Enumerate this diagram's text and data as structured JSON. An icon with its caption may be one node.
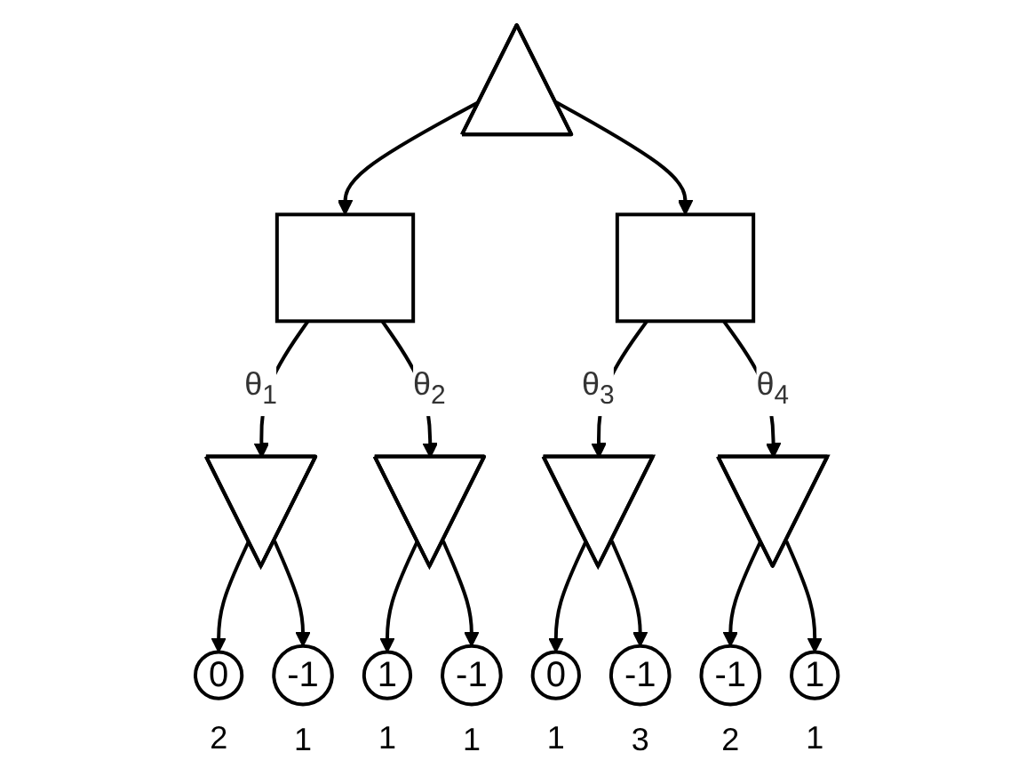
{
  "diagram": {
    "nodes": [
      {
        "text": [],
        "shape": "triangle"
      },
      {
        "text": [],
        "shape": "box"
      },
      {
        "text": [],
        "shape": "box"
      },
      {
        "text": [],
        "shape": "triangle"
      },
      {
        "text": [],
        "shape": "triangle"
      },
      {
        "text": [],
        "shape": "triangle"
      },
      {
        "text": [],
        "shape": "triangle"
      },
      {
        "text": [
          "0"
        ],
        "beside": [
          "2"
        ]
      },
      {
        "text": [
          "-1"
        ],
        "beside": [
          "1"
        ]
      },
      {
        "text": [
          "1"
        ],
        "beside": [
          "1"
        ]
      },
      {
        "text": [
          "-1"
        ],
        "beside": [
          "1"
        ]
      },
      {
        "text": [
          "0"
        ],
        "beside": [
          "1"
        ]
      },
      {
        "text": [
          "-1"
        ],
        "beside": [
          "3"
        ]
      },
      {
        "text": [
          "-1"
        ],
        "beside": [
          "2"
        ]
      },
      {
        "text": [
          "1"
        ],
        "beside": [
          "1"
        ]
      }
    ],
    "edges": [
      {
        "from": 0,
        "to": 1,
        "arrow": "to"
      },
      {
        "from": 0,
        "to": 2,
        "arrow": "to"
      },
      {
        "from": 1,
        "to": 3,
        "arrow": "to",
        "label": "θ$_{1}$"
      },
      {
        "from": 1,
        "to": 4,
        "arrow": "to",
        "label": "θ$_{2}$"
      },
      {
        "from": 2,
        "to": 5,
        "arrow": "to",
        "label": "θ$_{3}$"
      },
      {
        "from": 2,
        "to": 6,
        "arrow": "to",
        "label": "θ$_{4}$"
      },
      {
        "from": 3,
        "to": 7,
        "arrow": "to"
      },
      {
        "from": 3,
        "to": 8,
        "arrow": "to"
      },
      {
        "from": 4,
        "to": 9,
        "arrow": "to"
      },
      {
        "from": 4,
        "to": 10,
        "arrow": "to"
      },
      {
        "from": 5,
        "to": 11,
        "arrow": "to"
      },
      {
        "from": 5,
        "to": 12,
        "arrow": "to"
      },
      {
        "from": 6,
        "to": 13,
        "arrow": "to"
      },
      {
        "from": 6,
        "to": 14,
        "arrow": "to"
      }
    ]
  }
}
